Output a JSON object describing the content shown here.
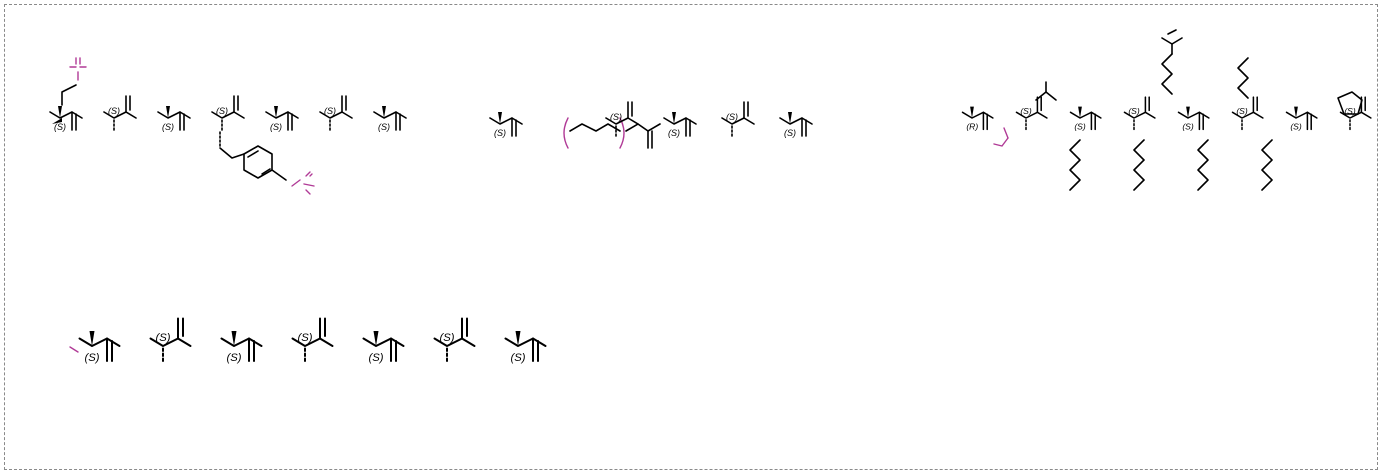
{
  "canvas": {
    "border_color": "#8a8a8a",
    "background": "#ffffff"
  },
  "colors": {
    "bond": "#000000",
    "endgroup": "#b03a96"
  },
  "panels": [
    {
      "id": "panel-top-left",
      "units": [
        "(S)",
        "(S)",
        "(S)",
        "(S)",
        "(S)",
        "(S)",
        "(S)"
      ],
      "extras": [
        "styryl-ethyl-side-chain",
        "endgroup-stub",
        "endgroup-stub"
      ]
    },
    {
      "id": "panel-top-middle",
      "units": [
        "(S)",
        "(S)",
        "(S)",
        "(S)",
        "(S)"
      ],
      "extras": [
        "bracketed-repeat-unit"
      ]
    },
    {
      "id": "panel-top-right",
      "units": [
        "(R)",
        "(S)",
        "(S)",
        "(S)",
        "(S)",
        "(S)",
        "(S)",
        "(S)"
      ],
      "extras": [
        "isopropyl-side-chain",
        "pentyl-side-chains",
        "cyclopentyl-ring"
      ]
    },
    {
      "id": "panel-bottom-left",
      "units": [
        "(S)",
        "(S)",
        "(S)",
        "(S)",
        "(S)",
        "(S)",
        "(S)"
      ],
      "extras": [
        "endgroup-stub"
      ]
    }
  ]
}
